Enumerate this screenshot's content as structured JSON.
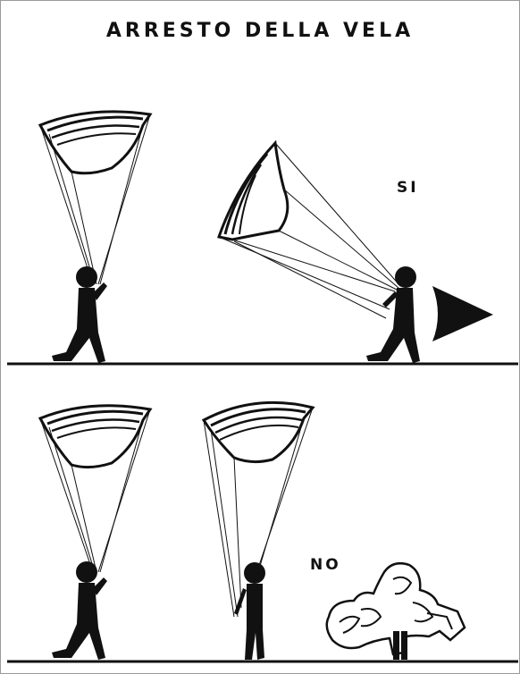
{
  "title": "ARRESTO DELLA VELA",
  "labels": {
    "correct": "SI",
    "incorrect": "NO"
  },
  "colors": {
    "ink": "#111111",
    "background": "#ffffff",
    "frame": "#9a9a9a"
  },
  "icons": [
    "paraglider-wing-icon",
    "pilot-figure-icon",
    "direction-arrow-icon",
    "collapsed-wing-icon"
  ]
}
